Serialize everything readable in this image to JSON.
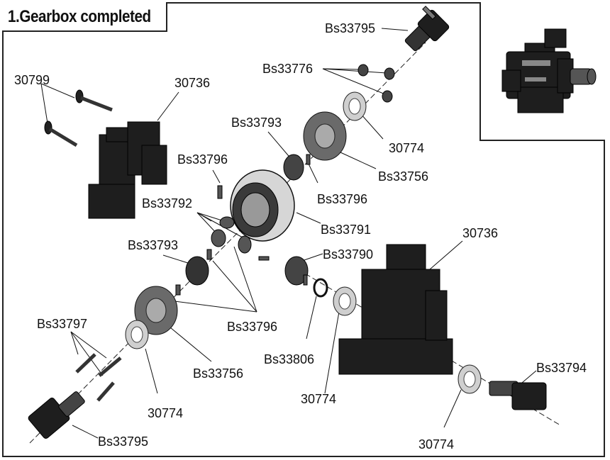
{
  "title": "1.Gearbox completed",
  "labels": {
    "bs33795_top": "Bs33795",
    "bs33776": "Bs33776",
    "p30799": "30799",
    "p30736_left": "30736",
    "bs33793_top": "Bs33793",
    "p30774_top": "30774",
    "bs33796_top": "Bs33796",
    "bs33756_top": "Bs33756",
    "bs33796_mid": "Bs33796",
    "bs33792": "Bs33792",
    "bs33791": "Bs33791",
    "p30736_right": "30736",
    "bs33793_left": "Bs33793",
    "bs33790": "Bs33790",
    "bs33797": "Bs33797",
    "bs33796_bottom": "Bs33796",
    "bs33806": "Bs33806",
    "bs33756_bottom": "Bs33756",
    "bs33794": "Bs33794",
    "p30774_mid": "30774",
    "p30774_left": "30774",
    "bs33795_bottom": "Bs33795",
    "p30774_bottom": "30774"
  },
  "colors": {
    "ink": "#111111",
    "part_dark": "#1e1e1e",
    "part_mid": "#555555",
    "part_light": "#bdbdbd"
  }
}
